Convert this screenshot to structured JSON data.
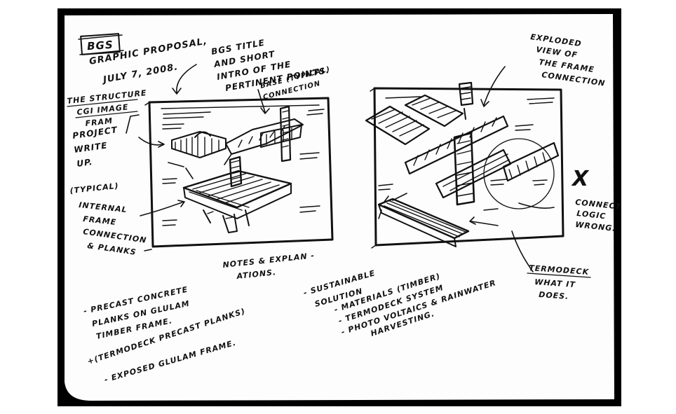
{
  "header": {
    "logo": "BGS",
    "title": "GRAPHIC PROPOSAL,",
    "date": "JULY 7, 2008."
  },
  "left_notes": {
    "structure_1": "THE STRUCTURE",
    "structure_2": "CGI IMAGE",
    "structure_3": "FRAM",
    "project_1": "PROJECT",
    "project_2": "WRITE",
    "project_3": "UP.",
    "internal_1": "(TYPICAL)",
    "internal_2": "INTERNAL",
    "internal_3": "FRAME",
    "internal_4": "CONNECTION",
    "internal_5": "& PLANKS"
  },
  "top_notes": {
    "intro_1": "BGS TITLE",
    "intro_2": "AND SHORT",
    "intro_3": "INTRO OF THE",
    "intro_4": "PERTINENT POINTS.",
    "base_1": "BASE (TYPICAL)",
    "base_2": "CONNECTION"
  },
  "right_notes": {
    "exploded_1": "EXPLODED",
    "exploded_2": "VIEW OF",
    "exploded_3": "THE FRAME",
    "exploded_4": "CONNECTION",
    "connect_1": "CONNECT",
    "connect_2": "LOGIC",
    "connect_3": "WRONG.",
    "termo_1": "TERMODECK",
    "termo_2": "WHAT IT",
    "termo_3": "DOES."
  },
  "center_notes": {
    "notes_1": "NOTES & EXPLAN -",
    "notes_2": "ATIONS."
  },
  "bottom_left_list": {
    "item_1a": "- PRECAST CONCRETE",
    "item_1b": "PLANKS ON GLULAM",
    "item_1c": "TIMBER FRAME.",
    "item_2": "+(TERMODECK PRECAST PLANKS)",
    "item_3": "- EXPOSED GLULAM FRAME."
  },
  "bottom_right_list": {
    "item_1a": "- SUSTAINABLE",
    "item_1b": "SOLUTION",
    "item_2": "- MATERIALS (TIMBER)",
    "item_3": "- TERMODECK SYSTEM",
    "item_4a": "- PHOTO VOLTAICS & RAINWATER",
    "item_4b": "HARVESTING."
  },
  "mark": {
    "cross": "X"
  },
  "icons": [
    "logo-box",
    "arrow-icon",
    "hatching-drawing",
    "frame-drawing"
  ],
  "colors": {
    "ink": "#111111",
    "paper": "#ffffff",
    "border": "#000000"
  }
}
